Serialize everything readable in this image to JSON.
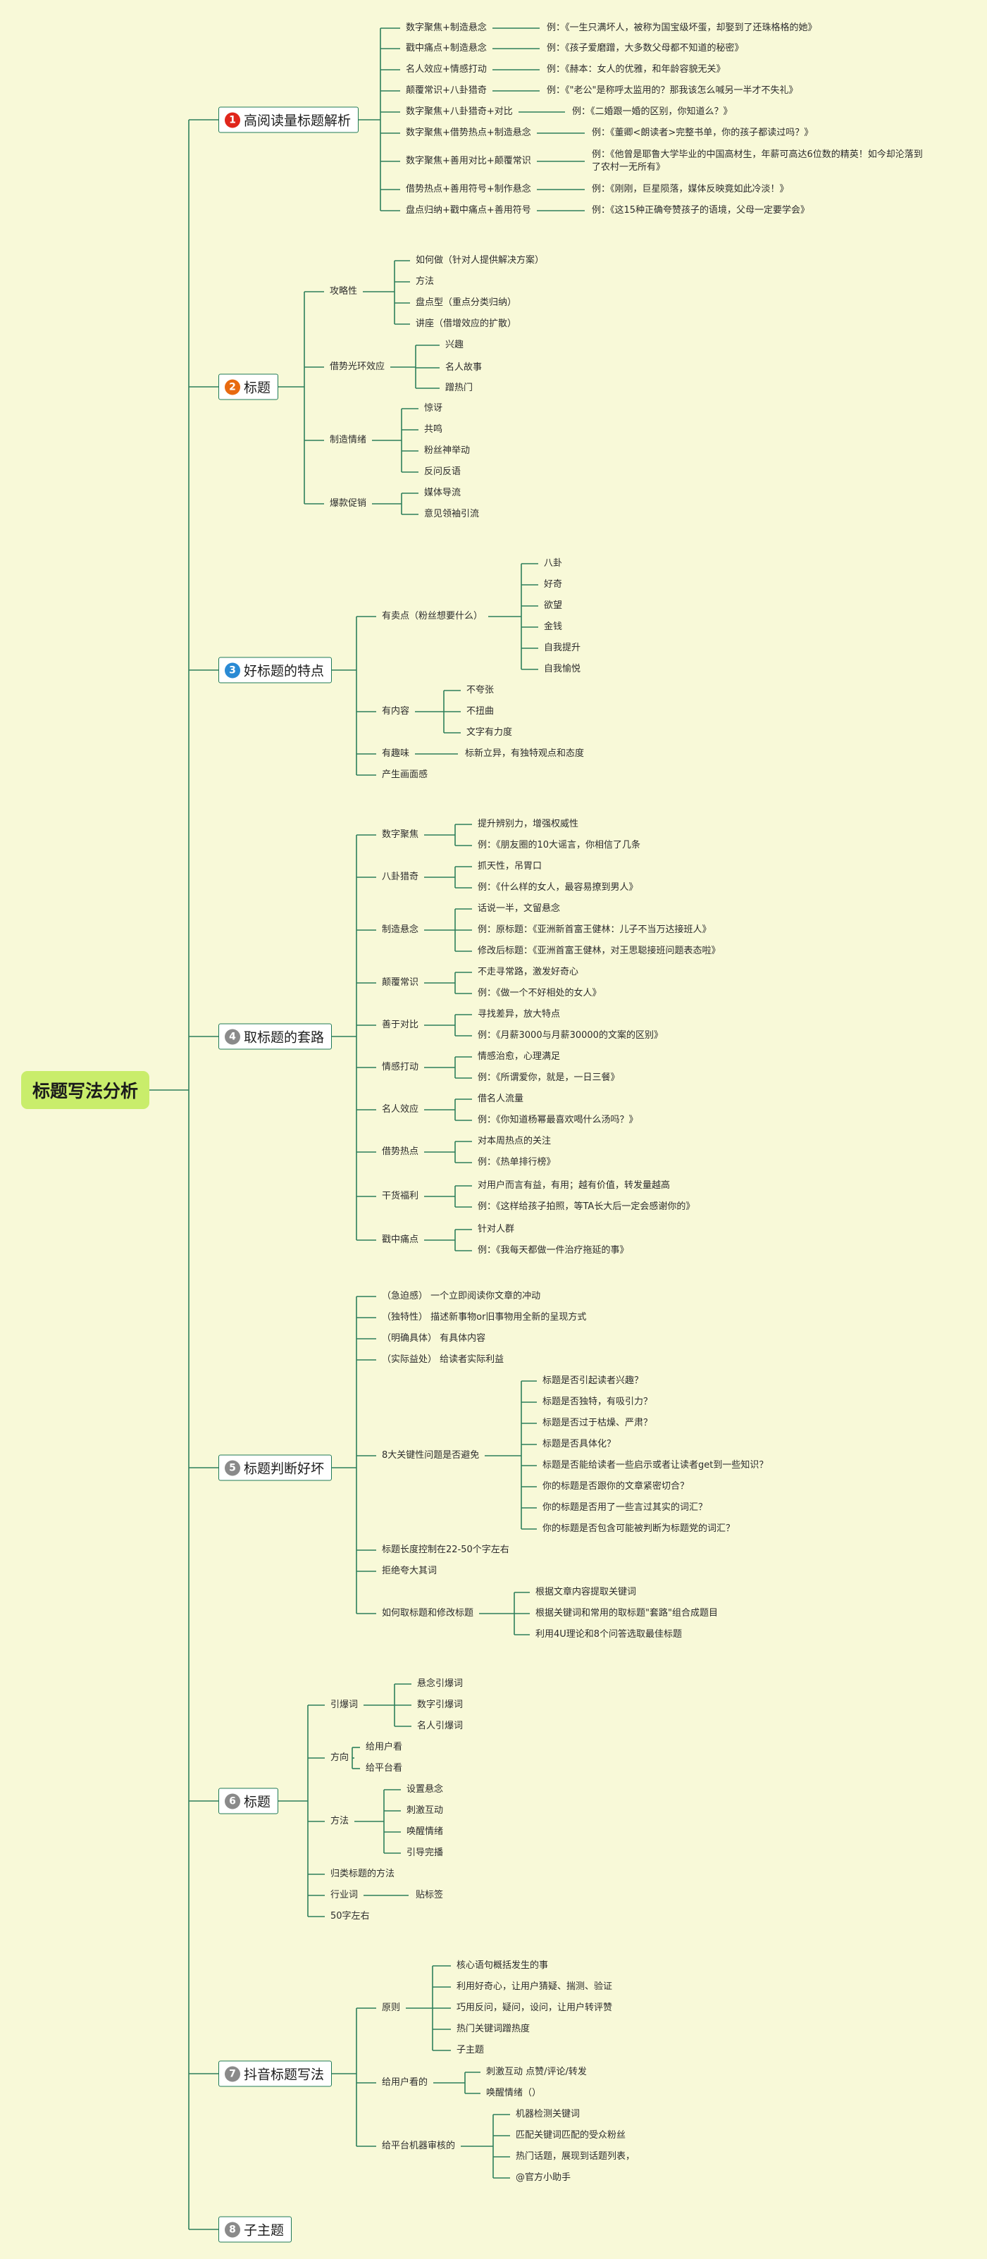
{
  "root": "标题写法分析",
  "colors": {
    "line": "#2d7f5b",
    "background": "#f8f9d8",
    "root_fill": "#c9ed6b",
    "num_red": "#e0261b",
    "num_orange": "#e86a10",
    "num_blue": "#2a8ad4",
    "num_gray": "#8a8a8a"
  },
  "branches": [
    {
      "num": "1",
      "label": "高阅读量标题解析",
      "num_color": "#e0261b",
      "children": [
        {
          "label": "数字聚焦+制造悬念",
          "note": "例：《一生只满坏人，被称为国宝级坏蛋，却娶到了还珠格格的她》"
        },
        {
          "label": "戳中痛点+制造悬念",
          "note": "例：《孩子爱磨蹭，大多数父母都不知道的秘密》"
        },
        {
          "label": "名人效应+情感打动",
          "note": "例：《赫本：女人的优雅，和年龄容貌无关》"
        },
        {
          "label": "颠覆常识+八卦猎奇",
          "note": "例：《\"老公\"是称呼太监用的？那我该怎么喊另一半才不失礼》"
        },
        {
          "label": "数字聚焦+八卦猎奇+对比",
          "note": "例：《二婚跟一婚的区别，你知道么？》"
        },
        {
          "label": "数字聚焦+借势热点+制造悬念",
          "note": "例：《董卿<朗读者>完整书单，你的孩子都读过吗？》"
        },
        {
          "label": "数字聚焦+善用对比+颠覆常识",
          "note": "例：《他曾是耶鲁大学毕业的中国高材生，年薪可高达6位数的精英！如今却沦落到了农村一无所有》"
        },
        {
          "label": "借势热点+善用符号+制作悬念",
          "note": "例：《刚刚，巨星陨落，媒体反映竟如此冷淡！》"
        },
        {
          "label": "盘点归纳+戳中痛点+善用符号",
          "note": "例：《这15种正确夸赞孩子的语境，父母一定要学会》"
        }
      ]
    },
    {
      "num": "2",
      "label": "标题",
      "num_color": "#e86a10",
      "children": [
        {
          "label": "攻略性",
          "children": [
            {
              "label": "如何做（针对人提供解决方案）"
            },
            {
              "label": "方法"
            },
            {
              "label": "盘点型（重点分类归纳）"
            },
            {
              "label": "讲座（借增效应的扩散）"
            }
          ]
        },
        {
          "label": "借势光环效应",
          "children": [
            {
              "label": "兴趣"
            },
            {
              "label": "名人故事"
            },
            {
              "label": "蹭热门"
            }
          ]
        },
        {
          "label": "制造情绪",
          "children": [
            {
              "label": "惊讶"
            },
            {
              "label": "共鸣"
            },
            {
              "label": "粉丝神举动"
            },
            {
              "label": "反问反语"
            }
          ]
        },
        {
          "label": "爆款促销",
          "children": [
            {
              "label": "媒体导流"
            },
            {
              "label": "意见领袖引流"
            }
          ]
        }
      ]
    },
    {
      "num": "3",
      "label": "好标题的特点",
      "num_color": "#2a8ad4",
      "children": [
        {
          "label": "有卖点（粉丝想要什么）",
          "children": [
            {
              "label": "八卦"
            },
            {
              "label": "好奇"
            },
            {
              "label": "欲望"
            },
            {
              "label": "金钱"
            },
            {
              "label": "自我提升"
            },
            {
              "label": "自我愉悦"
            }
          ]
        },
        {
          "label": "有内容",
          "children": [
            {
              "label": "不夸张"
            },
            {
              "label": "不扭曲"
            },
            {
              "label": "文字有力度"
            }
          ]
        },
        {
          "label": "有趣味",
          "note": "标新立异，有独特观点和态度"
        },
        {
          "label": "产生画面感"
        }
      ]
    },
    {
      "num": "4",
      "label": "取标题的套路",
      "num_color": "#8a8a8a",
      "children": [
        {
          "label": "数字聚焦",
          "children": [
            {
              "label": "提升辨别力，增强权威性"
            },
            {
              "label": "例：《朋友圈的10大谣言，你相信了几条"
            }
          ]
        },
        {
          "label": "八卦猎奇",
          "children": [
            {
              "label": "抓天性，吊胃口"
            },
            {
              "label": "例：《什么样的女人，最容易撩到男人》"
            }
          ]
        },
        {
          "label": "制造悬念",
          "children": [
            {
              "label": "话说一半，文留悬念"
            },
            {
              "label": "例：原标题：《亚洲新首富王健林：儿子不当万达接班人》"
            },
            {
              "label": "修改后标题：《亚洲首富王健林，对王思聪接班问题表态啦》"
            }
          ]
        },
        {
          "label": "颠覆常识",
          "children": [
            {
              "label": "不走寻常路，激发好奇心"
            },
            {
              "label": "例：《做一个不好相处的女人》"
            }
          ]
        },
        {
          "label": "善于对比",
          "children": [
            {
              "label": "寻找差异，放大特点"
            },
            {
              "label": "例：《月薪3000与月薪30000的文案的区别》"
            }
          ]
        },
        {
          "label": "情感打动",
          "children": [
            {
              "label": "情感治愈，心理满足"
            },
            {
              "label": "例：《所谓爱你，就是，一日三餐》"
            }
          ]
        },
        {
          "label": "名人效应",
          "children": [
            {
              "label": "借名人流量"
            },
            {
              "label": "例：《你知道杨幂最喜欢喝什么汤吗？》"
            }
          ]
        },
        {
          "label": "借势热点",
          "children": [
            {
              "label": "对本周热点的关注"
            },
            {
              "label": "例：《热单排行榜》"
            }
          ]
        },
        {
          "label": "干货福利",
          "children": [
            {
              "label": "对用户而言有益，有用；越有价值，转发量越高"
            },
            {
              "label": "例：《这样给孩子拍照，等TA长大后一定会感谢你的》"
            }
          ]
        },
        {
          "label": "戳中痛点",
          "children": [
            {
              "label": "针对人群"
            },
            {
              "label": "例：《我每天都做一件治疗拖延的事》"
            }
          ]
        }
      ]
    },
    {
      "num": "5",
      "label": "标题判断好坏",
      "num_color": "#8a8a8a",
      "children": [
        {
          "label": "（急迫感） 一个立即阅读你文章的冲动"
        },
        {
          "label": "（独特性） 描述新事物or旧事物用全新的呈现方式"
        },
        {
          "label": "（明确具体） 有具体内容"
        },
        {
          "label": "（实际益处） 给读者实际利益"
        },
        {
          "label": "8大关键性问题是否避免",
          "children": [
            {
              "label": "标题是否引起读者兴趣？"
            },
            {
              "label": "标题是否独特，有吸引力？"
            },
            {
              "label": "标题是否过于枯燥、严肃？"
            },
            {
              "label": "标题是否具体化？"
            },
            {
              "label": "标题是否能给读者一些启示或者让读者get到一些知识？"
            },
            {
              "label": "你的标题是否跟你的文章紧密切合？"
            },
            {
              "label": "你的标题是否用了一些言过其实的词汇？"
            },
            {
              "label": "你的标题是否包含可能被判断为标题党的词汇？"
            }
          ]
        },
        {
          "label": "标题长度控制在22-50个字左右"
        },
        {
          "label": "拒绝夸大其词"
        },
        {
          "label": "如何取标题和修改标题",
          "children": [
            {
              "label": "根据文章内容提取关键词"
            },
            {
              "label": "根据关键词和常用的取标题\"套路\"组合成题目"
            },
            {
              "label": "利用4U理论和8个问答选取最佳标题"
            }
          ]
        }
      ]
    },
    {
      "num": "6",
      "label": "标题",
      "num_color": "#8a8a8a",
      "children": [
        {
          "label": "引爆词",
          "children": [
            {
              "label": "悬念引爆词"
            },
            {
              "label": "数字引爆词"
            },
            {
              "label": "名人引爆词"
            }
          ]
        },
        {
          "label": "方向",
          "children": [
            {
              "label": "给用户看"
            },
            {
              "label": "给平台看"
            }
          ]
        },
        {
          "label": "方法",
          "children": [
            {
              "label": "设置悬念"
            },
            {
              "label": "刺激互动"
            },
            {
              "label": "唤醒情绪"
            },
            {
              "label": "引导完播"
            }
          ]
        },
        {
          "label": "归类标题的方法"
        },
        {
          "label": "行业词",
          "note": "贴标签"
        },
        {
          "label": "50字左右"
        }
      ]
    },
    {
      "num": "7",
      "label": "抖音标题写法",
      "num_color": "#8a8a8a",
      "children": [
        {
          "label": "原则",
          "children": [
            {
              "label": "核心语句概括发生的事"
            },
            {
              "label": "利用好奇心，让用户猜疑、揣测、验证"
            },
            {
              "label": "巧用反问，疑问，设问，让用户转评赞"
            },
            {
              "label": "热门关键词蹭热度"
            },
            {
              "label": "子主题"
            }
          ]
        },
        {
          "label": "给用户看的",
          "children": [
            {
              "label": "刺激互动  点赞/评论/转发"
            },
            {
              "label": "唤醒情绪（）"
            }
          ]
        },
        {
          "label": "给平台机器审核的",
          "children": [
            {
              "label": "机器检测关键词"
            },
            {
              "label": "匹配关键词匹配的受众粉丝"
            },
            {
              "label": "热门话题，展现到话题列表，"
            },
            {
              "label": "@官方小助手"
            }
          ]
        }
      ]
    },
    {
      "num": "8",
      "label": "子主题",
      "num_color": "#8a8a8a",
      "children": []
    }
  ]
}
